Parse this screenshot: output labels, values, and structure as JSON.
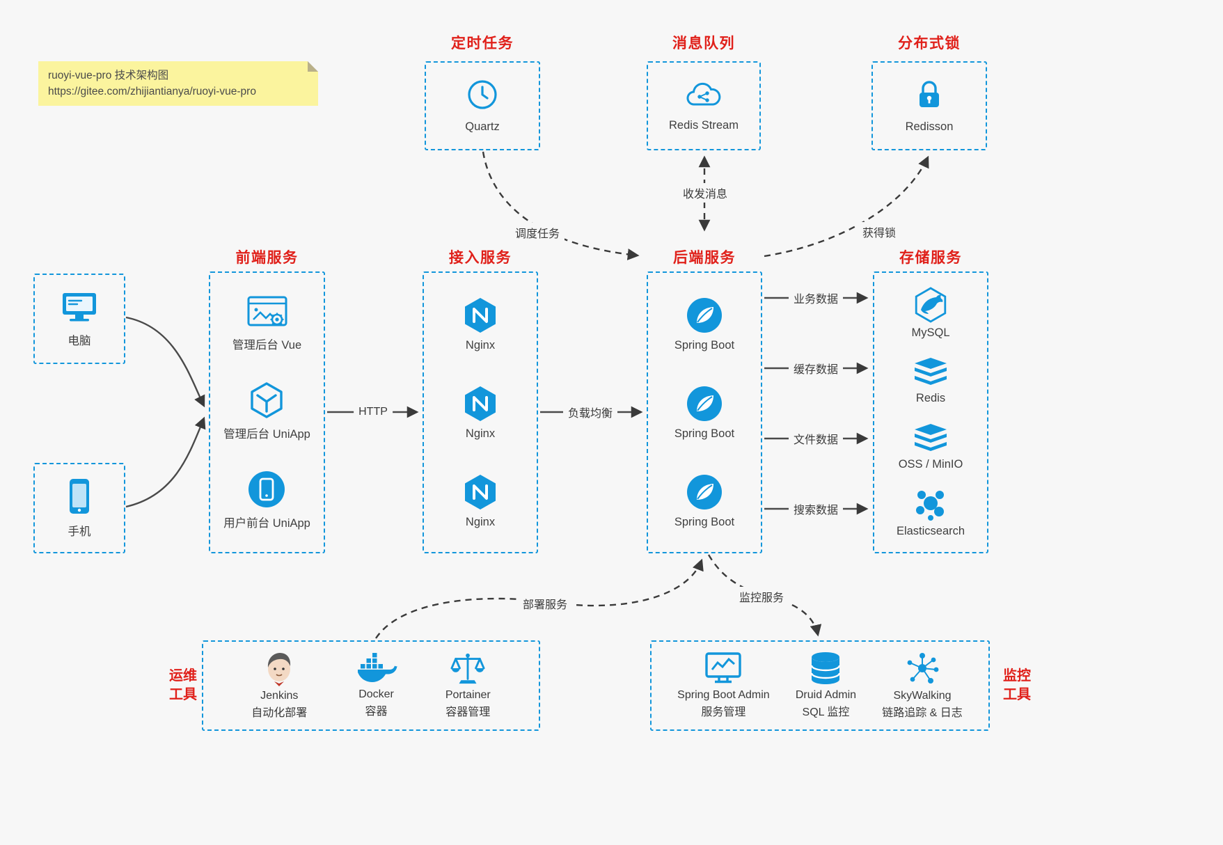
{
  "colors": {
    "accent_blue": "#1296db",
    "title_red": "#e0201a",
    "line_gray": "#3a3a3a",
    "background": "#f7f7f7",
    "note_yellow": "#fbf49e"
  },
  "note": {
    "line1": "ruoyi-vue-pro 技术架构图",
    "line2": "https://gitee.com/zhijiantianya/ruoyi-vue-pro"
  },
  "scheduler": {
    "title": "定时任务",
    "item": {
      "label": "Quartz",
      "icon": "clock-icon"
    }
  },
  "mq": {
    "title": "消息队列",
    "item": {
      "label": "Redis Stream",
      "icon": "redis-stream-cloud-icon"
    }
  },
  "dlock": {
    "title": "分布式锁",
    "item": {
      "label": "Redisson",
      "icon": "lock-icon"
    }
  },
  "clients": {
    "pc": {
      "label": "电脑",
      "icon": "desktop-icon"
    },
    "phone": {
      "label": "手机",
      "icon": "smartphone-icon"
    }
  },
  "frontend": {
    "title": "前端服务",
    "items": [
      {
        "label": "管理后台 Vue",
        "icon": "admin-vue-icon"
      },
      {
        "label": "管理后台 UniApp",
        "icon": "uniapp-cube-icon"
      },
      {
        "label": "用户前台 UniApp",
        "icon": "uniapp-user-icon"
      }
    ]
  },
  "gateway": {
    "title": "接入服务",
    "items": [
      {
        "label": "Nginx",
        "icon": "nginx-icon"
      },
      {
        "label": "Nginx",
        "icon": "nginx-icon"
      },
      {
        "label": "Nginx",
        "icon": "nginx-icon"
      }
    ]
  },
  "backend": {
    "title": "后端服务",
    "items": [
      {
        "label": "Spring Boot",
        "icon": "spring-boot-icon"
      },
      {
        "label": "Spring Boot",
        "icon": "spring-boot-icon"
      },
      {
        "label": "Spring Boot",
        "icon": "spring-boot-icon"
      }
    ]
  },
  "storage": {
    "title": "存储服务",
    "items": [
      {
        "label": "MySQL",
        "icon": "mysql-dolphin-icon"
      },
      {
        "label": "Redis",
        "icon": "redis-stack-icon"
      },
      {
        "label": "OSS / MinIO",
        "icon": "oss-stack-icon"
      },
      {
        "label": "Elasticsearch",
        "icon": "elasticsearch-icon"
      }
    ]
  },
  "edges": {
    "http": "HTTP",
    "load_balance": "负载均衡",
    "biz_data": "业务数据",
    "cache_data": "缓存数据",
    "file_data": "文件数据",
    "search_data": "搜索数据",
    "schedule": "调度任务",
    "message": "收发消息",
    "lock": "获得锁",
    "deploy": "部署服务",
    "monitor": "监控服务"
  },
  "devops": {
    "side_line1": "运维",
    "side_line2": "工具",
    "items": [
      {
        "name": "Jenkins",
        "desc": "自动化部署",
        "icon": "jenkins-icon"
      },
      {
        "name": "Docker",
        "desc": "容器",
        "icon": "docker-whale-icon"
      },
      {
        "name": "Portainer",
        "desc": "容器管理",
        "icon": "portainer-scales-icon"
      }
    ]
  },
  "monitoring": {
    "side_line1": "监控",
    "side_line2": "工具",
    "items": [
      {
        "name": "Spring Boot Admin",
        "desc": "服务管理",
        "icon": "spring-boot-admin-icon"
      },
      {
        "name": "Druid Admin",
        "desc": "SQL 监控",
        "icon": "druid-database-icon"
      },
      {
        "name": "SkyWalking",
        "desc": "链路追踪 & 日志",
        "icon": "skywalking-topology-icon"
      }
    ]
  }
}
